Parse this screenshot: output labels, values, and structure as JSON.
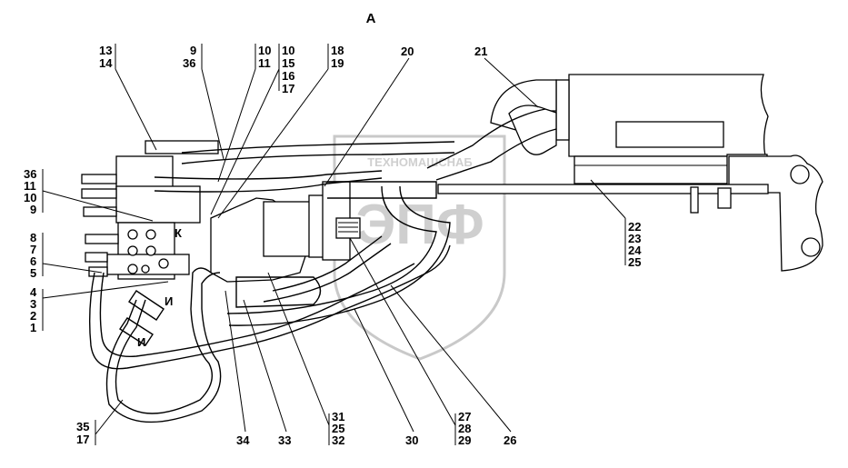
{
  "view_label": "А",
  "watermark": {
    "text": "ТЕХНОМАШСНАБ",
    "letters": "ЭПФ"
  },
  "callouts": [
    {
      "id": "c-13-14",
      "lines": [
        "13",
        "14"
      ]
    },
    {
      "id": "c-9-36",
      "lines": [
        "9",
        "36"
      ]
    },
    {
      "id": "c-10-11",
      "lines": [
        "10",
        "11"
      ]
    },
    {
      "id": "c-10-15-16-17",
      "lines": [
        "10",
        "15",
        "16",
        "17"
      ]
    },
    {
      "id": "c-18-19",
      "lines": [
        "18",
        "19"
      ]
    },
    {
      "id": "c-20",
      "lines": [
        "20"
      ]
    },
    {
      "id": "c-21",
      "lines": [
        "21"
      ]
    },
    {
      "id": "c-36-11-10-9",
      "lines": [
        "36",
        "11",
        "10",
        "9"
      ]
    },
    {
      "id": "c-8-7-6-5",
      "lines": [
        "8",
        "7",
        "6",
        "5"
      ]
    },
    {
      "id": "c-4-3-2-1",
      "lines": [
        "4",
        "3",
        "2",
        "1"
      ]
    },
    {
      "id": "c-22-25",
      "lines": [
        "22",
        "23",
        "24",
        "25"
      ]
    },
    {
      "id": "c-35-17",
      "lines": [
        "35",
        "17"
      ]
    },
    {
      "id": "c-34",
      "lines": [
        "34"
      ]
    },
    {
      "id": "c-33",
      "lines": [
        "33"
      ]
    },
    {
      "id": "c-31-25-32",
      "lines": [
        "31",
        "25",
        "32"
      ]
    },
    {
      "id": "c-30",
      "lines": [
        "30"
      ]
    },
    {
      "id": "c-27-28-29",
      "lines": [
        "27",
        "28",
        "29"
      ]
    },
    {
      "id": "c-26",
      "lines": [
        "26"
      ]
    }
  ],
  "section_marks": [
    "К",
    "И",
    "И"
  ]
}
